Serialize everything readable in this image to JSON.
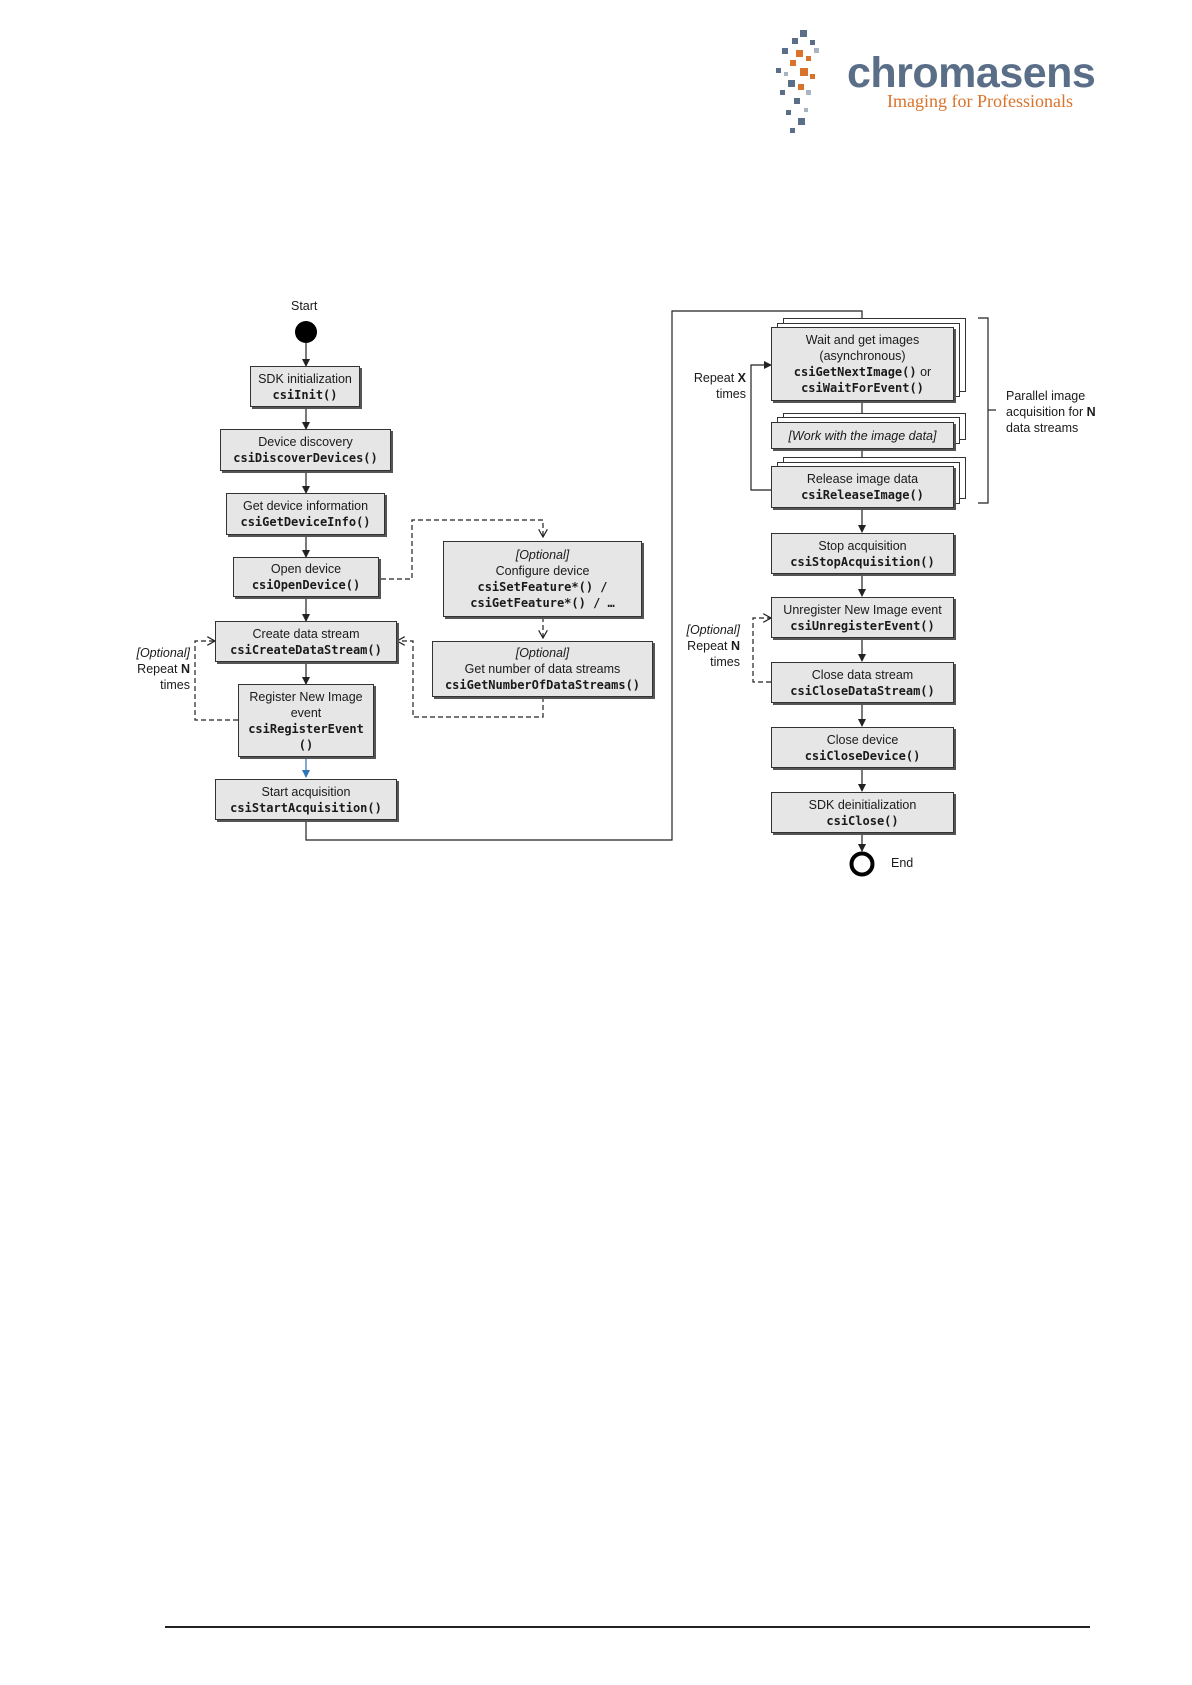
{
  "logo": {
    "wordmark": "chromasens",
    "tagline": "Imaging for Professionals",
    "colors": {
      "wordmark": "#5a6e88",
      "tagline": "#d9732b"
    }
  },
  "diagram": {
    "start_label": "Start",
    "end_label": "End",
    "nodes": {
      "sdk_init": {
        "title": "SDK initialization",
        "fn": "csiInit()"
      },
      "discovery": {
        "title": "Device discovery",
        "fn": "csiDiscoverDevices()"
      },
      "device_info": {
        "title": "Get device information",
        "fn": "csiGetDeviceInfo()"
      },
      "open_device": {
        "title": "Open device",
        "fn": "csiOpenDevice()"
      },
      "configure": {
        "optional": "[Optional]",
        "title": "Configure device",
        "fn1": "csiSetFeature*() /",
        "fn2": "csiGetFeature*() / …"
      },
      "num_streams": {
        "optional": "[Optional]",
        "title": "Get number of data streams",
        "fn": "csiGetNumberOfDataStreams()"
      },
      "create_stream": {
        "title": "Create data stream",
        "fn": "csiCreateDataStream()"
      },
      "register_event": {
        "title1": "Register New Image",
        "title2": "event",
        "fn1": "csiRegisterEvent",
        "fn2": "()"
      },
      "start_acq": {
        "title": "Start acquisition",
        "fn": "csiStartAcquisition()"
      },
      "wait_images": {
        "title1": "Wait and get images",
        "title2": "(asynchronous)",
        "fn1": "csiGetNextImage()",
        "or": "or",
        "fn2": "csiWaitForEvent()"
      },
      "work_image": {
        "title": "[Work with the image data]"
      },
      "release_image": {
        "title": "Release image data",
        "fn": "csiReleaseImage()"
      },
      "stop_acq": {
        "title": "Stop acquisition",
        "fn": "csiStopAcquisition()"
      },
      "unregister_event": {
        "title": "Unregister New Image event",
        "fn": "csiUnregisterEvent()"
      },
      "close_stream": {
        "title": "Close data stream",
        "fn": "csiCloseDataStream()"
      },
      "close_device": {
        "title": "Close device",
        "fn": "csiCloseDevice()"
      },
      "sdk_deinit": {
        "title": "SDK deinitialization",
        "fn": "csiClose()"
      }
    },
    "annotations": {
      "left_repeat": {
        "optional": "[Optional]",
        "repeat": "Repeat",
        "n": "N",
        "times": "times"
      },
      "right_repeat": {
        "optional": "[Optional]",
        "repeat": "Repeat",
        "n": "N",
        "times": "times"
      },
      "repeat_x": {
        "repeat": "Repeat",
        "x": "X",
        "times": "times"
      },
      "parallel": {
        "line1": "Parallel image",
        "line2": "acquisition for",
        "n": "N",
        "line3": "data streams"
      }
    }
  }
}
